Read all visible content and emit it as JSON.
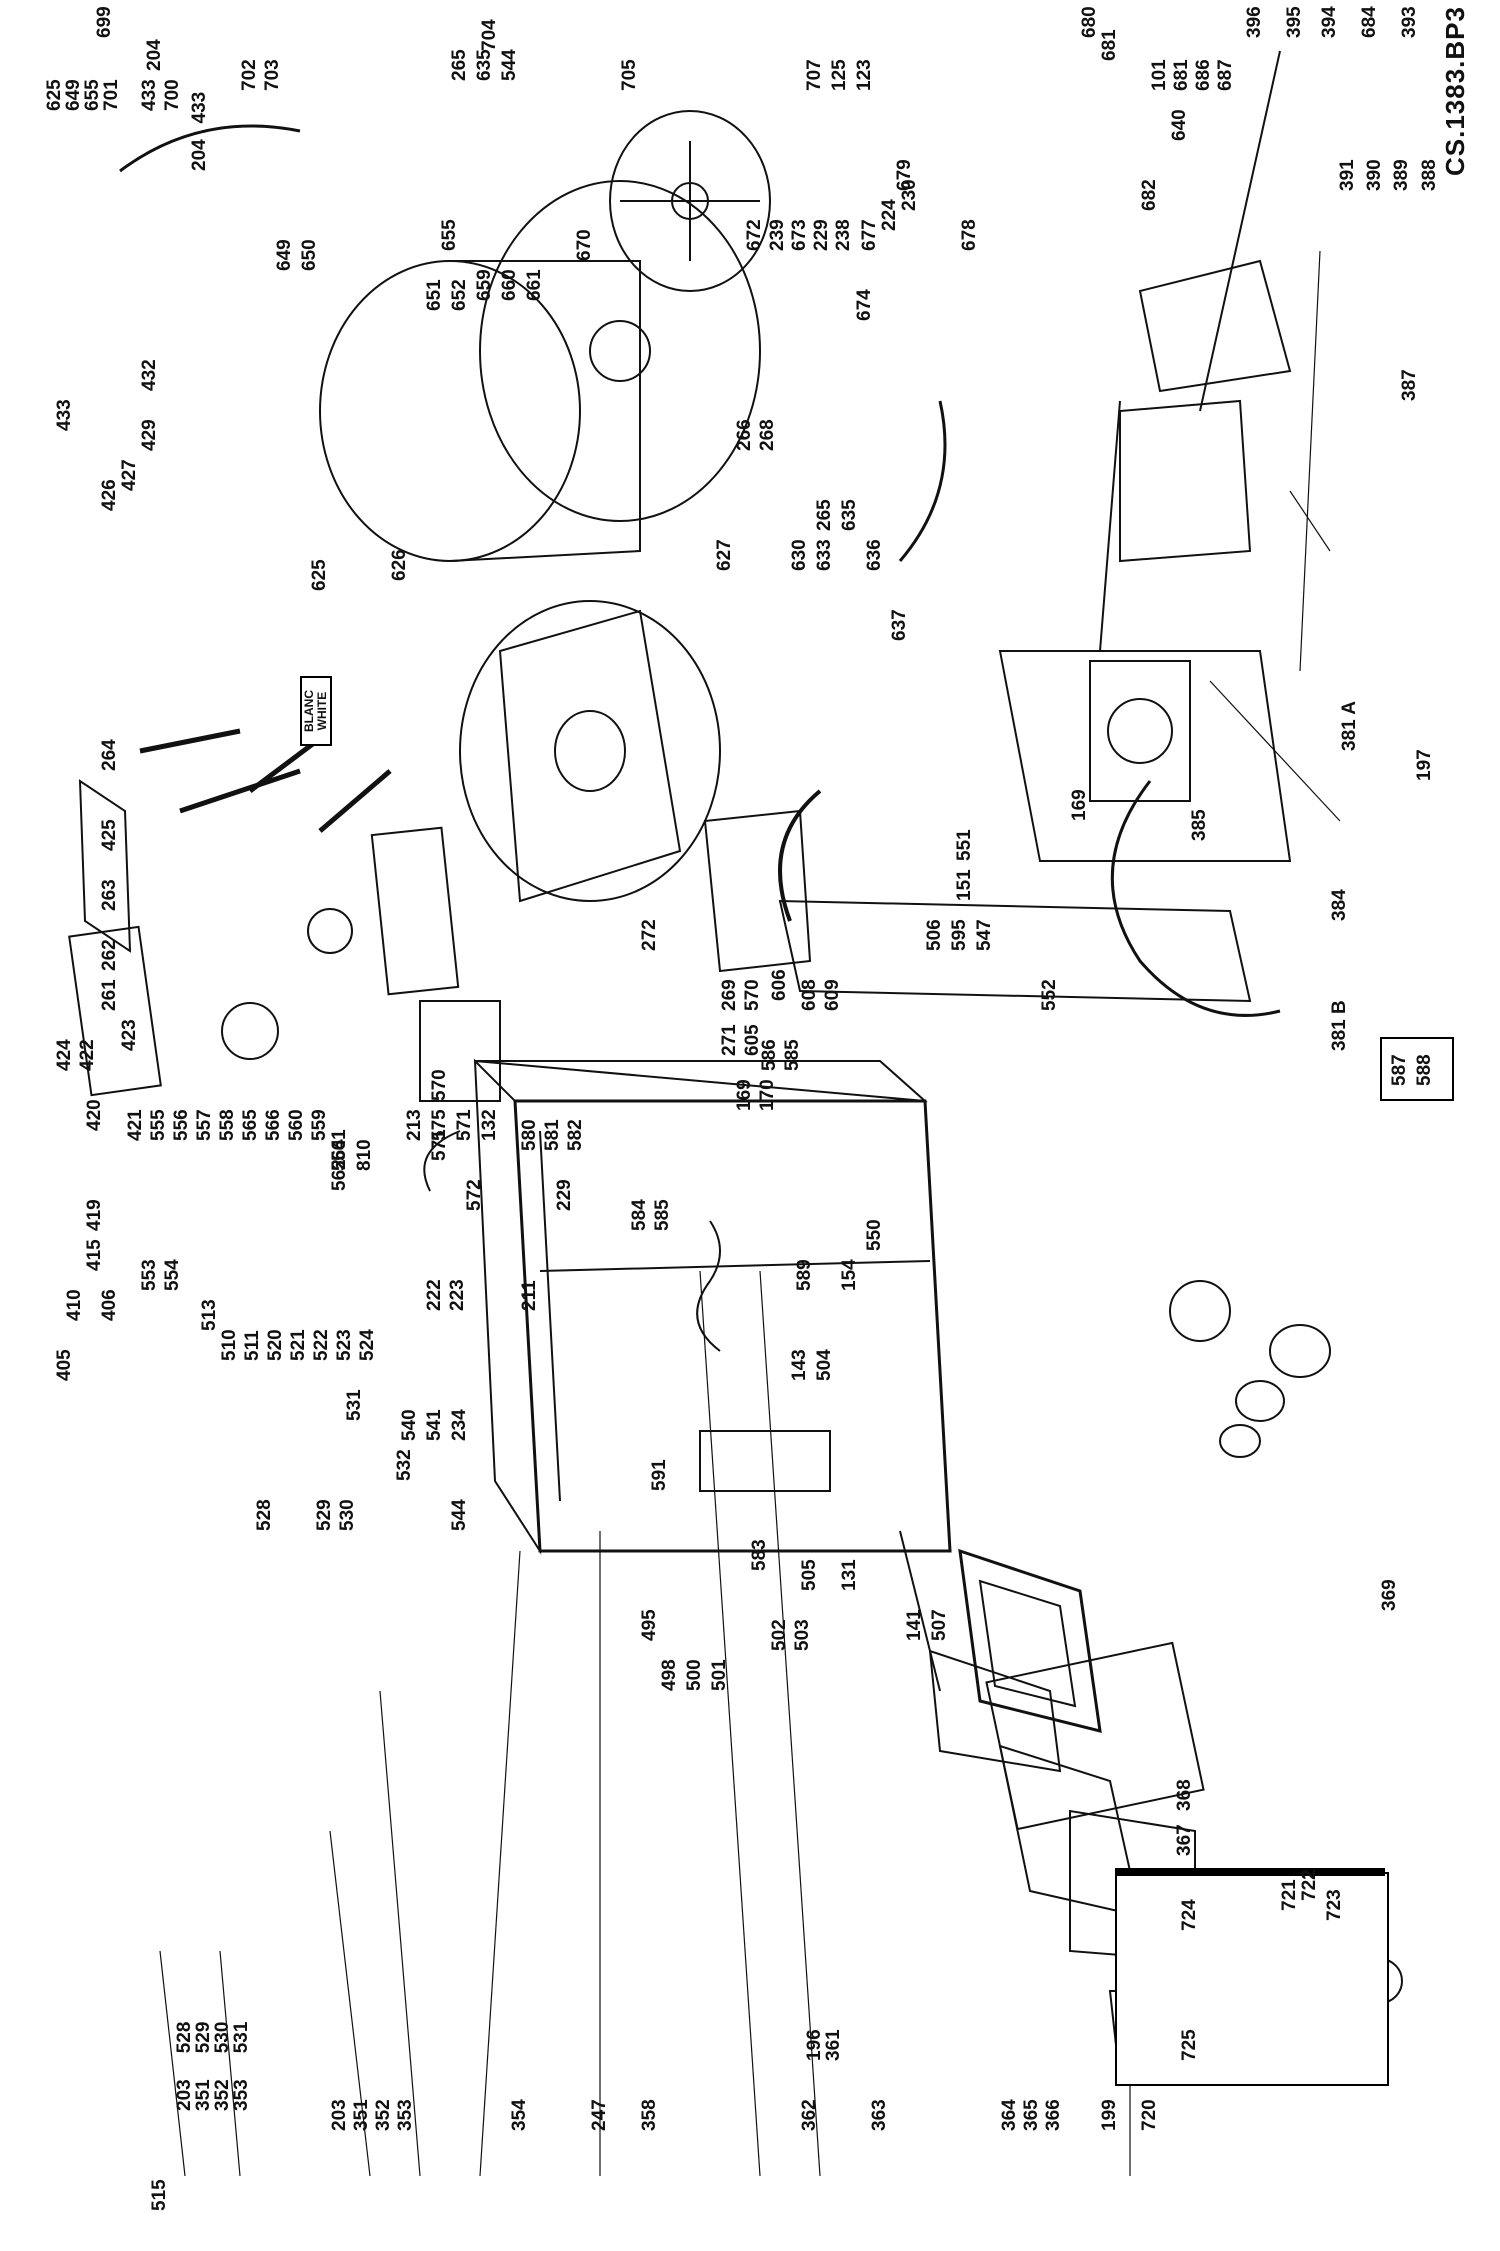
{
  "drawing_ref": "CS.1383.BP3",
  "labels": {
    "l515": "515",
    "l203": "203",
    "l351": "351",
    "l352": "352",
    "l353": "353",
    "l354": "354",
    "l247": "247",
    "l358": "358",
    "l362": "362",
    "l363": "363",
    "l364": "364",
    "l365": "365",
    "l366": "366",
    "l199": "199",
    "l720": "720",
    "l725": "725",
    "l724": "724",
    "l721": "721",
    "l722": "722",
    "l723": "723",
    "l367": "367",
    "l368": "368",
    "l369": "369",
    "l587": "587",
    "l588": "588",
    "l381b": "381 B",
    "l552": "552",
    "l547": "547",
    "l595": "595",
    "l506": "506",
    "l151": "151",
    "l551": "551",
    "l169b": "169",
    "l385": "385",
    "l384": "384",
    "l197": "197",
    "l381a": "381 A",
    "l387": "387",
    "l388": "388",
    "l389": "389",
    "l390": "390",
    "l391": "391",
    "l393": "393",
    "l684": "684",
    "l394": "394",
    "l395": "395",
    "l396": "396",
    "l640": "640",
    "l101": "101",
    "l681b": "681",
    "l686": "686",
    "l687": "687",
    "l680": "680",
    "l681": "681",
    "l682": "682",
    "l678": "678",
    "l679": "679",
    "l677": "677",
    "l224": "224",
    "l230": "230",
    "l672": "672",
    "l239": "239",
    "l673": "673",
    "l229": "229",
    "l238": "238",
    "l674": "674",
    "l705": "705",
    "l707": "707",
    "l125": "125",
    "l123": "123",
    "l704": "704",
    "l265t": "265",
    "l635t": "635",
    "l544t": "544",
    "l659": "659",
    "l660": "660",
    "l661": "661",
    "l670": "670",
    "l699": "699",
    "l625a": "625",
    "l649a": "649",
    "l655a": "655",
    "l701a": "701",
    "l204": "204",
    "l433a": "433",
    "l700": "700",
    "l204b": "204 . 433",
    "l702": "702",
    "l703": "703",
    "l649": "649",
    "l650": "650",
    "l651": "651",
    "l652": "652",
    "l655": "655",
    "l432": "432",
    "l429": "429",
    "l427": "427",
    "l426": "426",
    "l433": "433",
    "l625": "625",
    "l626": "626",
    "l266": "266",
    "l268": "268",
    "l627": "627",
    "l630": "630",
    "l633": "633",
    "l265": "265",
    "l635": "635",
    "l636": "636",
    "l637": "637",
    "l264": "264",
    "l425": "425",
    "l263": "263",
    "l262": "262",
    "l261": "261",
    "l269": "269",
    "l570a": "570",
    "l271": "271",
    "l605": "605",
    "l606": "606",
    "l608": "608",
    "l609": "609",
    "l272": "272",
    "l570": "570",
    "l571a": "571",
    "l580": "580",
    "l581": "581",
    "l582": "582",
    "l810": "810",
    "l564": "564",
    "l169": "169",
    "l170": "170",
    "l586": "586",
    "l585": "585",
    "l584": "584",
    "l585b": "585",
    "l589": "589",
    "l154": "154",
    "l550": "550",
    "l143": "143",
    "l504": "504",
    "l591": "591",
    "l583": "583",
    "l131": "131",
    "l505": "505",
    "l141": "141",
    "l507": "507",
    "l502": "502",
    "l503": "503",
    "l501": "501",
    "l500": "500",
    "l498": "498",
    "l495": "495",
    "l544": "544",
    "l234": "234",
    "l541": "541",
    "l540": "540",
    "l531": "531",
    "l532": "532",
    "l528": "528",
    "l529": "529",
    "l530": "530",
    "l405": "405",
    "l406": "406",
    "l410": "410",
    "l553": "553",
    "l554": "554",
    "l513": "513",
    "l510": "510",
    "l511": "511",
    "l520": "520",
    "l521": "521",
    "l522": "522",
    "l523": "523",
    "l524": "524",
    "l222": "222",
    "l223": "223",
    "l211": "211",
    "l229b": "229",
    "l132": "132",
    "l571": "571",
    "l572": "572",
    "l575": "575",
    "l213": "213",
    "l562": "562",
    "l561": "561",
    "l559": "559",
    "l560": "560",
    "l566": "566",
    "l565": "565",
    "l558": "558",
    "l557": "557",
    "l556": "556",
    "l555": "555",
    "l421": "421",
    "l420": "420",
    "l419": "419",
    "l415": "415",
    "l424": "424",
    "l422": "422",
    "l423": "423"
  },
  "legend_rows": [
    [
      "203",
      "528"
    ],
    [
      "351",
      "529"
    ],
    [
      "352",
      "530"
    ],
    [
      "353",
      "531"
    ]
  ],
  "groups": {
    "g196": [
      "196",
      "361"
    ],
    "g699": [
      "625",
      "649",
      "655",
      "701"
    ]
  },
  "banner_text": "BLANC WHITE",
  "colors": {
    "ink": "#111111",
    "paper": "#ffffff"
  }
}
